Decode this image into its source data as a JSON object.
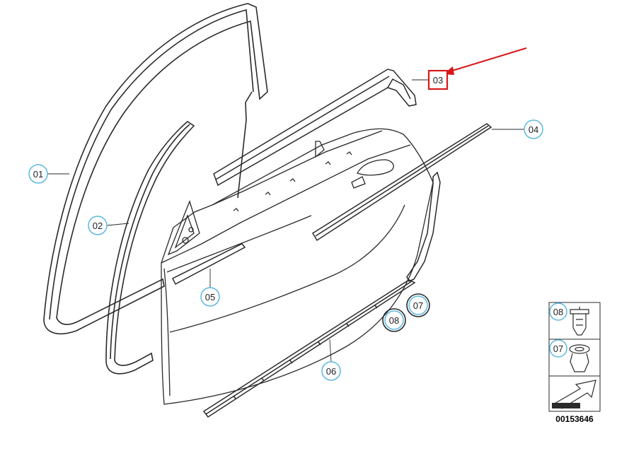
{
  "diagram": {
    "callouts": [
      {
        "id": "01",
        "label": "01"
      },
      {
        "id": "02",
        "label": "02"
      },
      {
        "id": "03",
        "label": "03"
      },
      {
        "id": "04",
        "label": "04"
      },
      {
        "id": "05",
        "label": "05"
      },
      {
        "id": "06",
        "label": "06"
      },
      {
        "id": "07",
        "label": "07"
      },
      {
        "id": "08",
        "label": "08"
      }
    ],
    "legend": {
      "items": [
        {
          "label": "08"
        },
        {
          "label": "07"
        }
      ]
    },
    "document_number": "00153646",
    "colors": {
      "callout_ring": "#5bb8e0",
      "highlight": "#d61a1a",
      "line": "#2a2a2a"
    }
  }
}
